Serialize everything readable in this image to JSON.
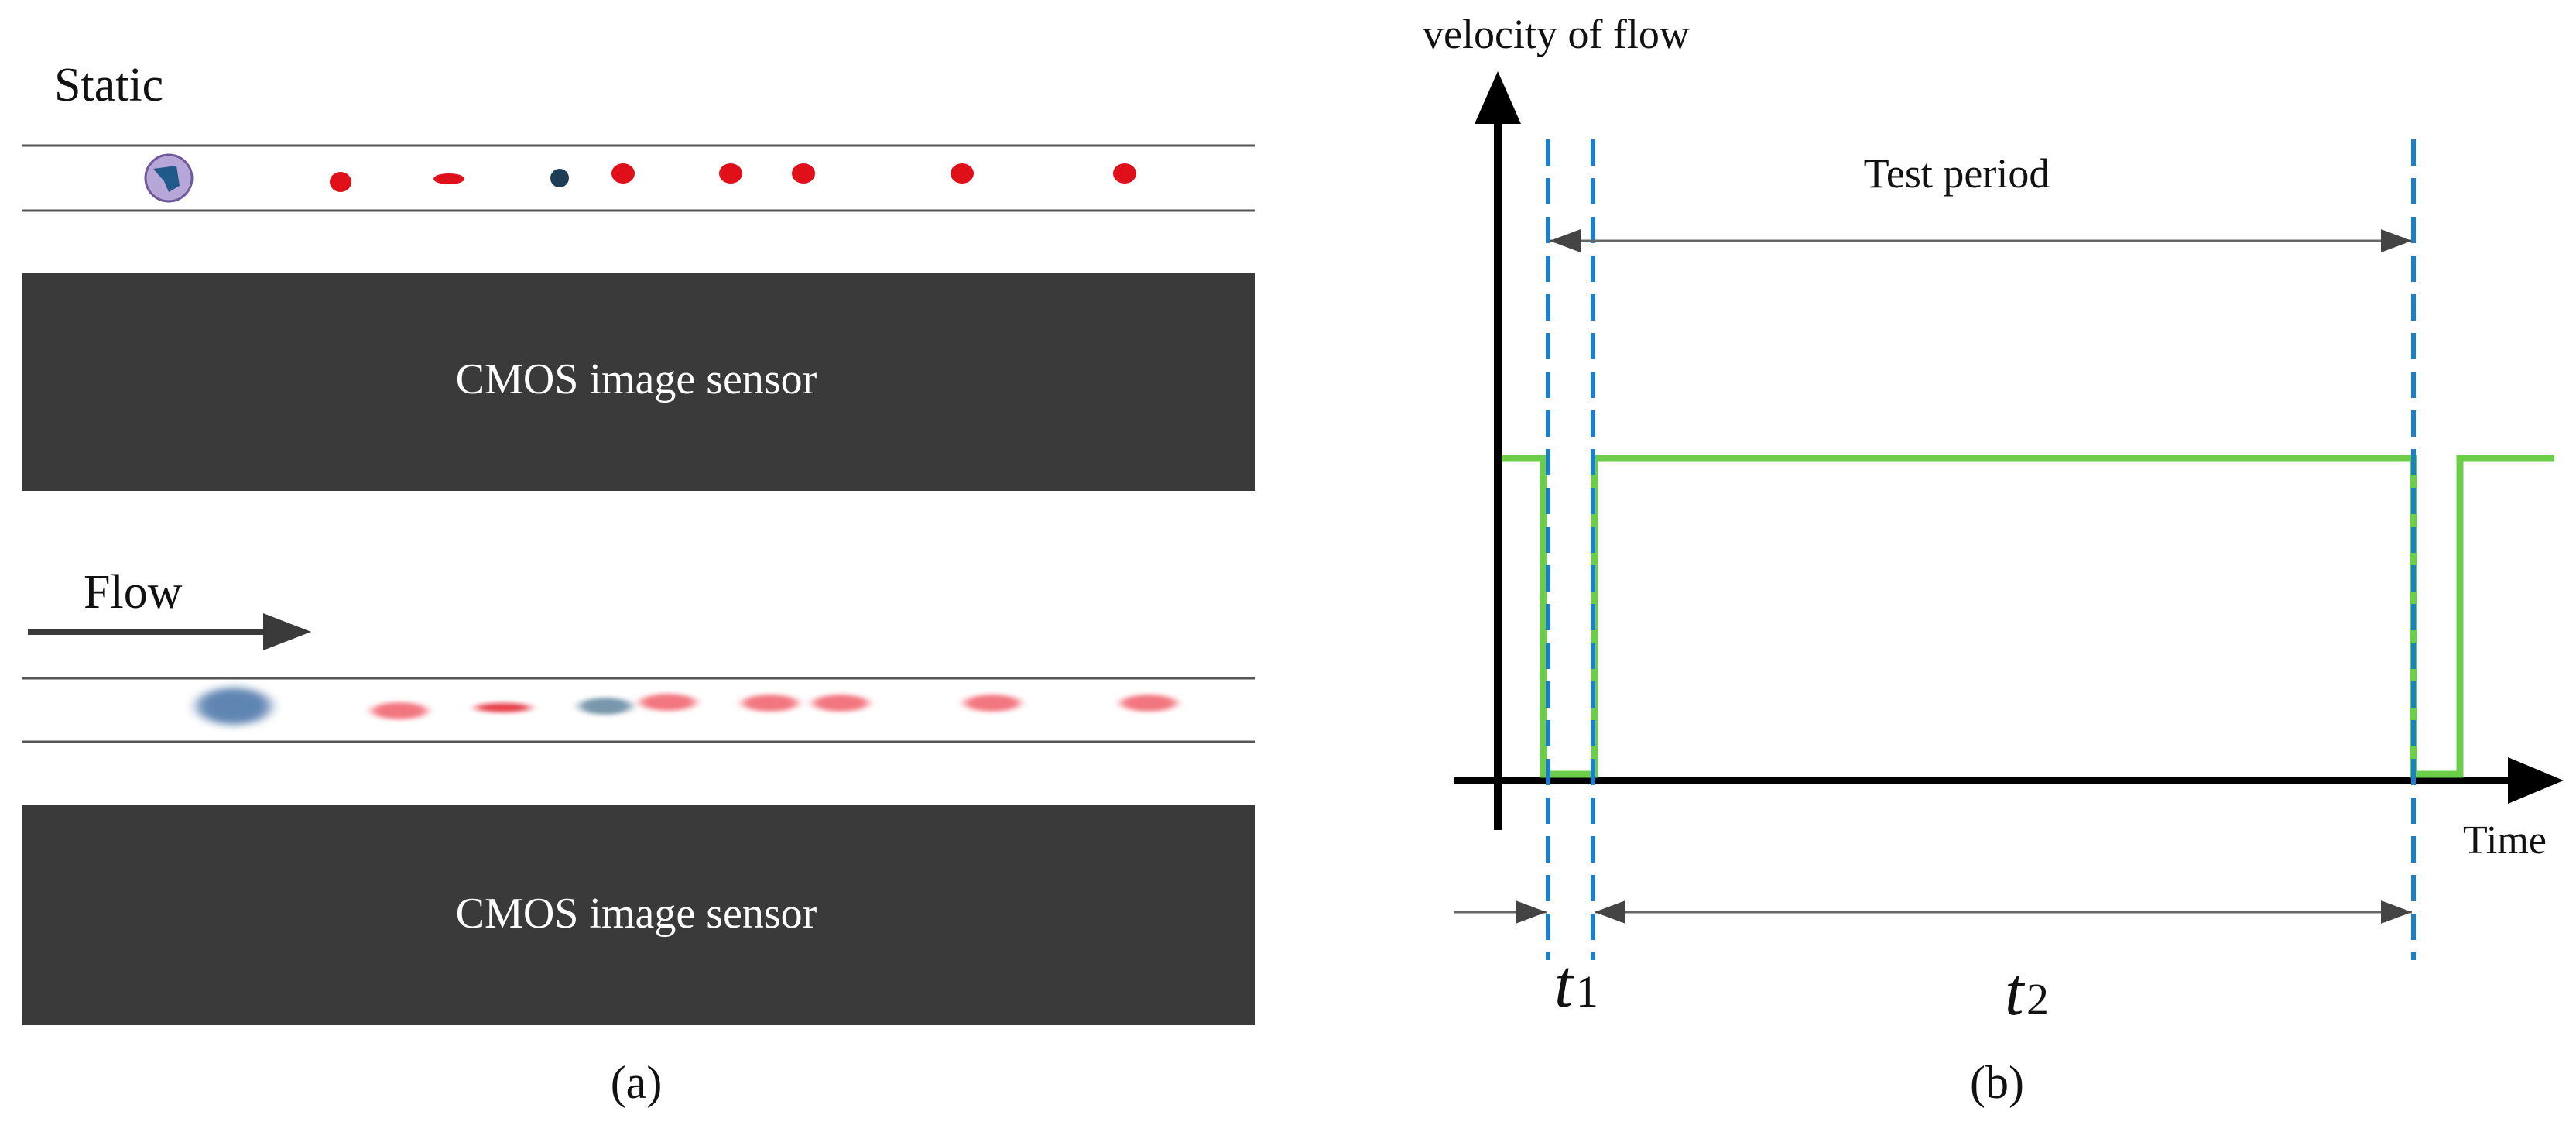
{
  "panel_a": {
    "static_label": "Static",
    "flow_label": "Flow",
    "sensor_label_top": "CMOS image sensor",
    "sensor_label_bottom": "CMOS image sensor",
    "caption": "(a)"
  },
  "panel_b": {
    "y_axis_label": "velocity of flow",
    "x_axis_label": "Time",
    "test_period_label": "Test period",
    "t1_main": "t",
    "t1_sub": "1",
    "t2_main": "t",
    "t2_sub": "2",
    "caption": "(b)"
  },
  "colors": {
    "sensor": "#3a3a3a",
    "sensor_text": "#ffffff",
    "red_cell": "#e0101a",
    "blue_cell": "#1f5a8a",
    "signal_line": "#6ccd48",
    "marker_line": "#1a7fd0",
    "axis": "#000000",
    "channel_line": "#555555"
  }
}
